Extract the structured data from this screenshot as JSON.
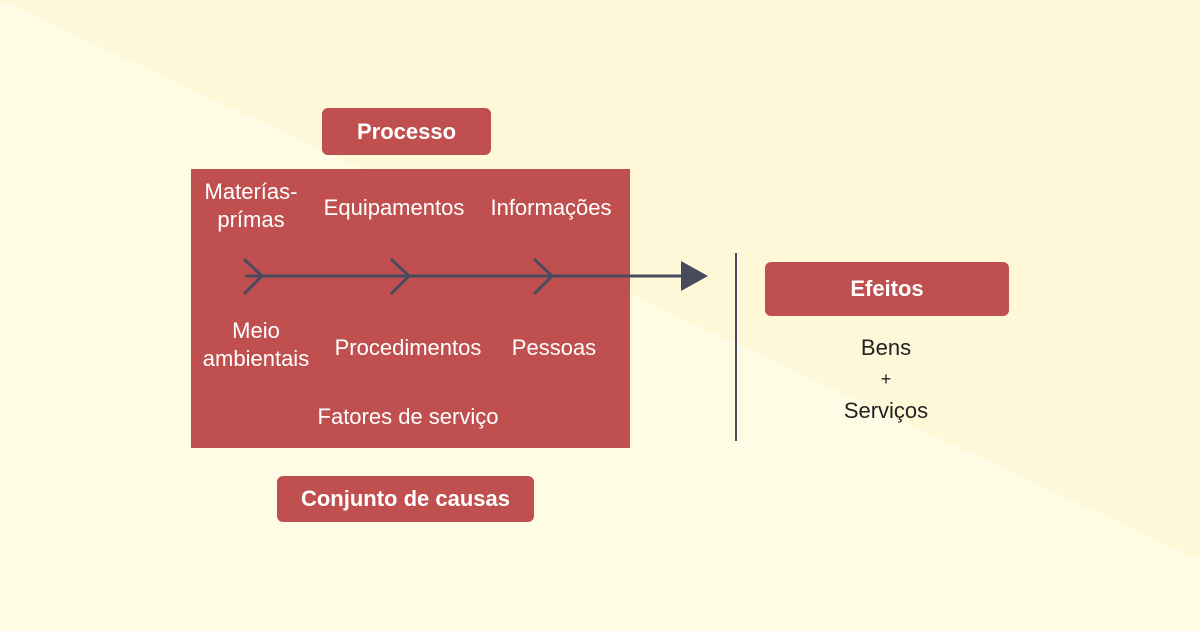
{
  "diagram": {
    "process_label": "Processo",
    "causes_label": "Conjunto de causas",
    "effects_label": "Efeitos",
    "causes": {
      "materias_primas": "Materías-\nprímas",
      "equipamentos": "Equipamentos",
      "informacoes": "Informações",
      "meio_ambientais": "Meio\nambientais",
      "procedimentos": "Procedimentos",
      "pessoas": "Pessoas",
      "fatores_servico": "Fatores de serviço"
    },
    "effects": {
      "bens": "Bens",
      "plus": "+",
      "servicos": "Serviços"
    }
  },
  "colors": {
    "background": "#fffce6",
    "box": "#c0504f",
    "arrow": "#4a4a5e"
  }
}
